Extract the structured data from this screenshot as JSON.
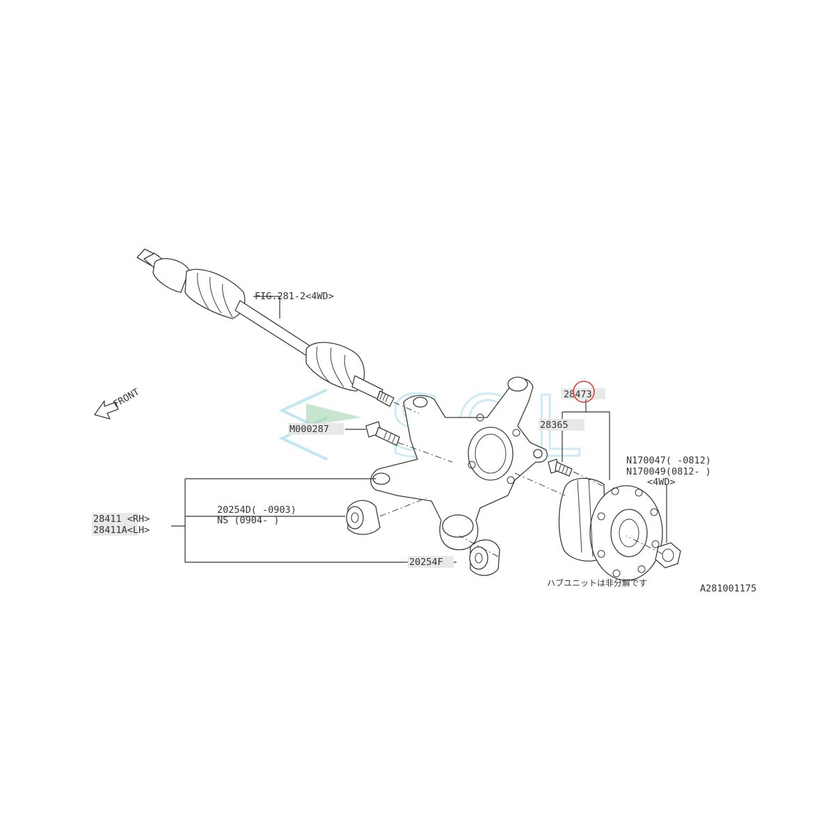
{
  "labels": {
    "fig_ref": "FIG.281-2<4WD>",
    "front": "FRONT",
    "hub_unit_part": "28473",
    "hub_bolt": "28365",
    "knuckle_bolt": "M000287",
    "nut_1": "N170047( -0812)",
    "nut_2": "N170049(0812- )",
    "nut_4wd": "<4WD>",
    "bushing_d_1": "20254D( -0903)",
    "bushing_d_2": "NS (0904- )",
    "knuckle_rh": "28411 <RH>",
    "knuckle_lh": "28411A<LH>",
    "bushing_f": "20254F",
    "diagram_id": "A281001175",
    "hub_note": "ハブユニットは非分解です"
  },
  "watermark": {
    "text": "SOL",
    "color": "#8fd3e8",
    "accent": "#9ad2a8"
  },
  "colors": {
    "highlight_circle": "#e53935",
    "line": "#333333"
  }
}
